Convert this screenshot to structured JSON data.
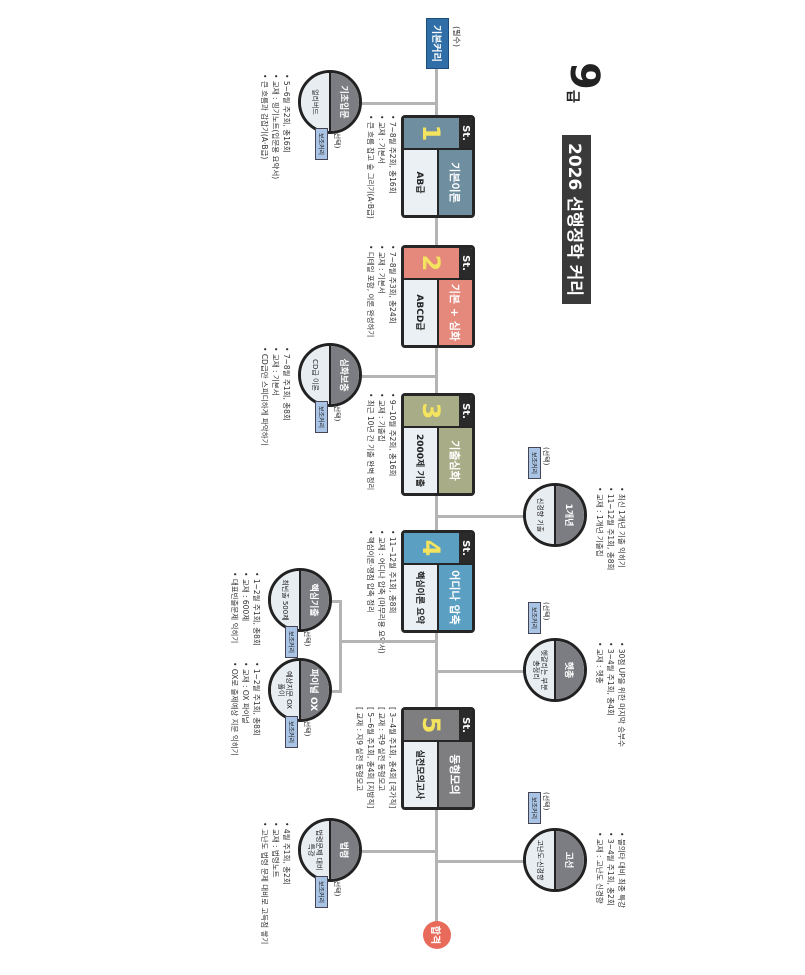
{
  "title": {
    "grade_num": "9",
    "grade_suffix": "급",
    "main": "2026 선행정학 커리"
  },
  "required": {
    "label": "기본커리",
    "note": "(필수)"
  },
  "finish": {
    "label": "합격"
  },
  "optional": {
    "badge": "보조커리",
    "note": "(선택)"
  },
  "colors": {
    "stage1": "#6f8fa1",
    "stage2": "#e4897c",
    "stage3": "#a8ad87",
    "stage4": "#5b9fc3",
    "stage5": "#7e7e80",
    "number": "#f3e35e"
  },
  "stages": [
    {
      "st": "St.",
      "num": "1",
      "title": "기본이론",
      "subtitle": "AB급",
      "bullets": [
        "7~8월 주2회, 총16회",
        "교재 : 기본서",
        "큰 흐름 잡고 숲 그리기(A·B급)"
      ]
    },
    {
      "st": "St.",
      "num": "2",
      "title": "기본 + 심화",
      "subtitle": "ABCD급",
      "bullets": [
        "7~8월 주3회, 총24회",
        "교재 : 기본서",
        "디테일 포함, 이론 완성하기"
      ]
    },
    {
      "st": "St.",
      "num": "3",
      "title": "기출심화",
      "subtitle": "2000제 기출",
      "bullets": [
        "9~10월 주2회, 총16회",
        "교재 : 기출집",
        "최근 10년 간 기출 완벽 정리"
      ]
    },
    {
      "st": "St.",
      "num": "4",
      "title": "어디나 압축",
      "subtitle": "핵심이론 요약",
      "bullets": [
        "11~12월 주1회, 총8회",
        "교재 : 어디나 압축 (마무리용 요약서)",
        "핵심이론·쟁점 압축 정리"
      ]
    },
    {
      "st": "St.",
      "num": "5",
      "title": "동형모의",
      "subtitle": "실전모의고사",
      "bullets": [
        "3~4월 주1회, 총4회 [국가직]",
        "교재 : 국9 실전 동형모고",
        "5~6월 주1회, 총4회 [지방직]",
        "교재 : 지9 실전 동형모고"
      ]
    }
  ],
  "circles": [
    {
      "title": "기초입문",
      "subtitle": "얼리버드",
      "bullets": [
        "5~6월 주2회, 총16회",
        "교재 : 핑기노트(입문용 요약서)",
        "큰 흐름과 감잡기(A·B급)"
      ]
    },
    {
      "title": "심화보충",
      "subtitle": "CD급 이론",
      "bullets": [
        "7~8월 주1회, 총8회",
        "교재 : 기본서",
        "CD급만 스피디하게 파악하기"
      ]
    },
    {
      "title": "핵심기출",
      "subtitle": "최빈출 500제",
      "bullets": [
        "1~2월 주1회, 총8회",
        "교재 : 600제",
        "대표빈출문제 익히기"
      ]
    },
    {
      "title": "파이널 OX",
      "subtitle": "예상지문 OX 풀이",
      "bullets": [
        "1~2월 주1회, 총8회",
        "교재 : OX 파이널",
        "OX로 출제예상 지문 익히기"
      ]
    },
    {
      "title": "법령",
      "subtitle": "법령문제 대비특강",
      "bullets": [
        "4월 주1회, 총2회",
        "교재 : 법령노트",
        "고난도 법령 문제 대비로 고득점 쌓기"
      ]
    },
    {
      "title": "1개년",
      "subtitle": "신경향 기출",
      "bullets": [
        "최신 1개년 기출 익히기",
        "11~12월 주1회, 총8회",
        "교재 : 1개년 기출집"
      ]
    },
    {
      "title": "헷총",
      "subtitle": "헷갈리는 부분 총정리",
      "bullets": [
        "30점 UP을 위한 마지막 승부수",
        "3~4월 주1회, 총4회",
        "교재 : 헷총"
      ]
    },
    {
      "title": "고선",
      "subtitle": "고난도·신경향",
      "bullets": [
        "불의타 대비 최종 특강",
        "3~4월 주1회, 총2회",
        "교재 : 고난도 신경향"
      ]
    }
  ]
}
